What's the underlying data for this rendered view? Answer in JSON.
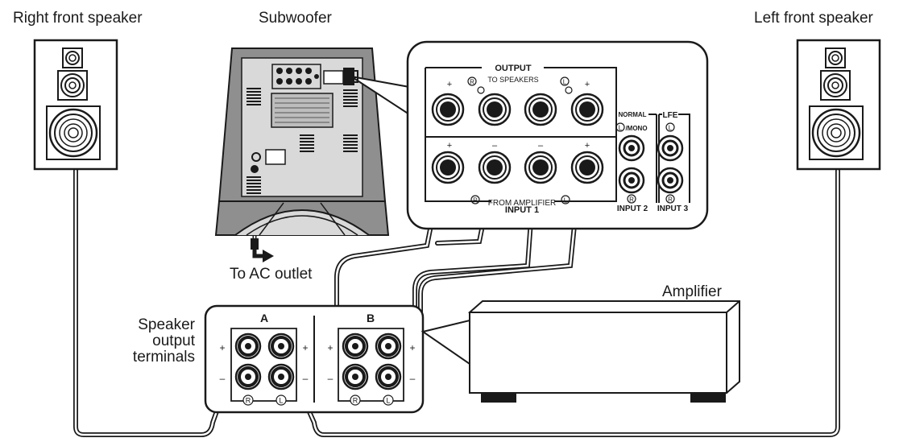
{
  "labels": {
    "right_front_speaker": "Right front speaker",
    "subwoofer": "Subwoofer",
    "left_front_speaker": "Left front speaker",
    "to_ac_outlet": "To AC outlet",
    "amplifier": "Amplifier",
    "speaker_output_terminals": "Speaker\noutput\nterminals"
  },
  "panel": {
    "output": "OUTPUT",
    "to_speakers": "TO SPEAKERS",
    "from_amplifier": "FROM AMPLIFIER",
    "input1": "INPUT 1",
    "normal": "NORMAL",
    "lfe": "LFE",
    "mono": "/MONO",
    "input2": "INPUT 2",
    "input3": "INPUT 3",
    "plus": "+",
    "minus": "–",
    "r": "R",
    "l": "L"
  },
  "terminals": {
    "group_a": "A",
    "group_b": "B",
    "plus": "+",
    "minus": "–",
    "r": "R",
    "l": "L"
  },
  "colors": {
    "ink": "#1a1a1a",
    "subwoofer_body": "#8f8f8f",
    "subwoofer_panel": "#d9d9d9",
    "amplifier_body": "#ffffff"
  }
}
